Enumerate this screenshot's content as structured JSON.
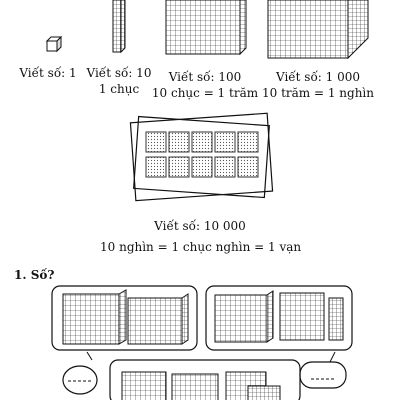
{
  "place_value": [
    {
      "line1": "Viết số: 1",
      "line2": ""
    },
    {
      "line1": "Viết số: 10",
      "line2": "1 chục"
    },
    {
      "line1": "Viết số: 100",
      "line2": "10 chục = 1 trăm"
    },
    {
      "line1": "Viết số: 1 000",
      "line2": "10 trăm = 1 nghìn"
    }
  ],
  "framed_block": {
    "caption": "Viết số: 10 000",
    "equation": "10 nghìn = 1 chục nghìn = 1 vạn"
  },
  "exercise": {
    "heading": "1. Số?"
  }
}
